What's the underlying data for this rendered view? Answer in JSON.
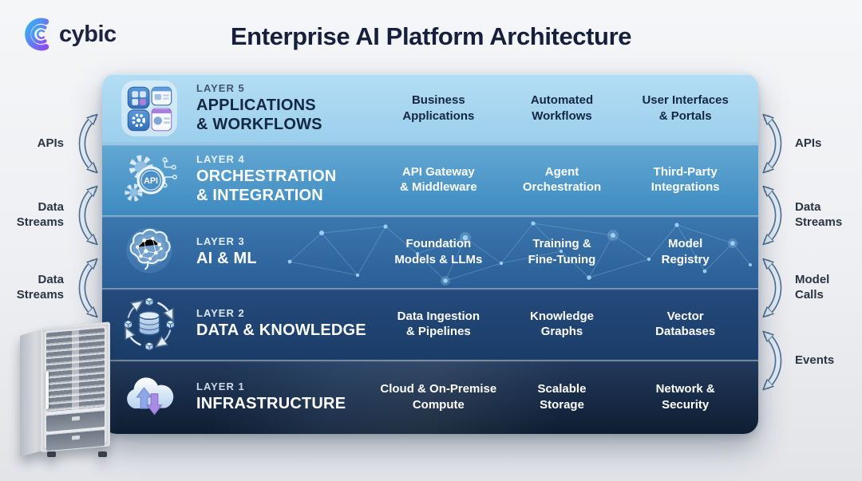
{
  "brand": {
    "name": "cybic"
  },
  "page": {
    "title": "Enterprise AI Platform Architecture"
  },
  "layers": [
    {
      "eyebrow": "LAYER 5",
      "name": "APPLICATIONS\n& WORKFLOWS",
      "items": [
        "Business\nApplications",
        "Automated\nWorkflows",
        "User Interfaces\n& Portals"
      ],
      "icon": "app-grid-icon",
      "colors": {
        "top": "#b4ddf4",
        "bottom": "#9bcfec",
        "text": "#132743",
        "eyebrow": "#3f5570"
      }
    },
    {
      "eyebrow": "LAYER 4",
      "name": "ORCHESTRATION\n& INTEGRATION",
      "items": [
        "API Gateway\n& Middleware",
        "Agent\nOrchestration",
        "Third-Party\nIntegrations"
      ],
      "icon": "gears-api-icon",
      "colors": {
        "top": "#63a8d4",
        "bottom": "#3e8bc0",
        "text": "#ffffff",
        "eyebrow": "#e6f2fb"
      }
    },
    {
      "eyebrow": "LAYER 3",
      "name": "AI & ML",
      "items": [
        "Foundation\nModels & LLMs",
        "Training &\nFine-Tuning",
        "Model\nRegistry"
      ],
      "icon": "brain-icon",
      "colors": {
        "top": "#3b77ae",
        "bottom": "#2a5e96",
        "text": "#ffffff",
        "eyebrow": "#e0eefb"
      }
    },
    {
      "eyebrow": "LAYER 2",
      "name": "DATA & KNOWLEDGE",
      "items": [
        "Data Ingestion\n& Pipelines",
        "Knowledge\nGraphs",
        "Vector\nDatabases"
      ],
      "icon": "database-sync-icon",
      "colors": {
        "top": "#254b7c",
        "bottom": "#1a3c68",
        "text": "#ffffff",
        "eyebrow": "#d9e7f6"
      }
    },
    {
      "eyebrow": "LAYER 1",
      "name": "INFRASTRUCTURE",
      "items": [
        "Cloud & On-Premise\nCompute",
        "Scalable\nStorage",
        "Network &\nSecurity"
      ],
      "icon": "cloud-transfer-icon",
      "colors": {
        "top": "#223a5d",
        "bottom": "#0e1d31",
        "text": "#ffffff",
        "eyebrow": "#ccd9e8"
      }
    }
  ],
  "sides": {
    "left": [
      {
        "label": "APIs"
      },
      {
        "label": "Data\nStreams"
      },
      {
        "label": "Data\nStreams"
      }
    ],
    "right": [
      {
        "label": "APIs"
      },
      {
        "label": "Data\nStreams"
      },
      {
        "label": "Model\nCalls"
      },
      {
        "label": "Events"
      }
    ]
  }
}
